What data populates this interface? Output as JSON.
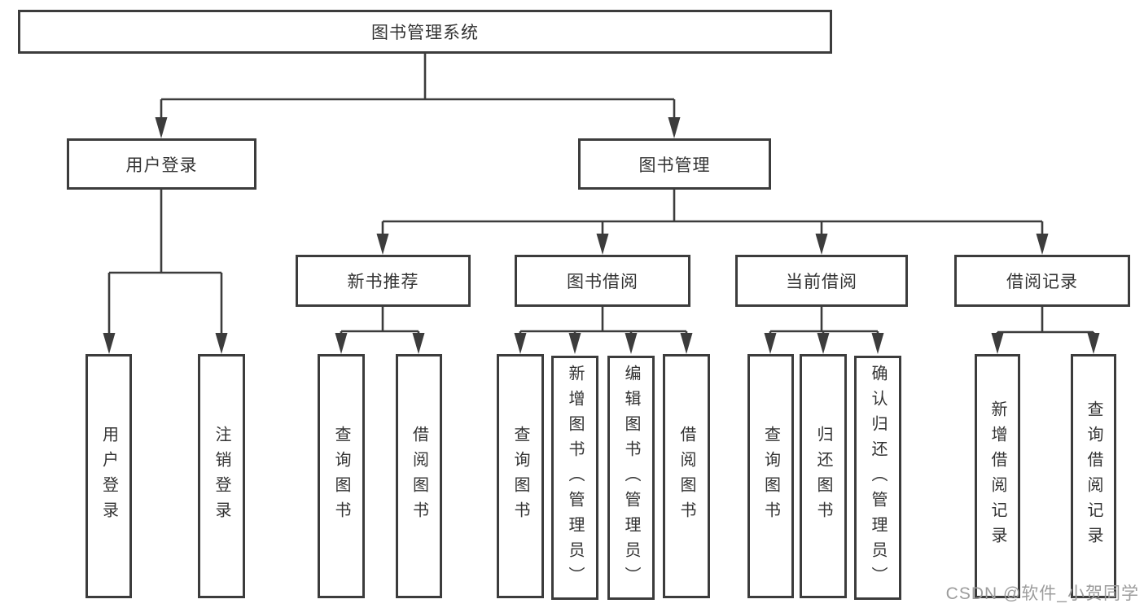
{
  "tree": {
    "label": "图书管理系统",
    "children": [
      {
        "label": "用户登录",
        "children": [
          {
            "label": "用户登录"
          },
          {
            "label": "注销登录"
          }
        ]
      },
      {
        "label": "图书管理",
        "children": [
          {
            "label": "新书推荐",
            "children": [
              {
                "label": "查询图书"
              },
              {
                "label": "借阅图书"
              }
            ]
          },
          {
            "label": "图书借阅",
            "children": [
              {
                "label": "查询图书"
              },
              {
                "label": "新增图书（管理员）"
              },
              {
                "label": "编辑图书（管理员）"
              },
              {
                "label": "借阅图书"
              }
            ]
          },
          {
            "label": "当前借阅",
            "children": [
              {
                "label": "查询图书"
              },
              {
                "label": "归还图书"
              },
              {
                "label": "确认归还（管理员）"
              }
            ]
          },
          {
            "label": "借阅记录",
            "children": [
              {
                "label": "新增借阅记录"
              },
              {
                "label": "查询借阅记录"
              }
            ]
          }
        ]
      }
    ]
  },
  "watermark": "CSDN @软件_小贺同学",
  "colors": {
    "line": "#3c3c3c",
    "text": "#333333",
    "watermark": "#9c9c9c",
    "background": "#ffffff"
  }
}
